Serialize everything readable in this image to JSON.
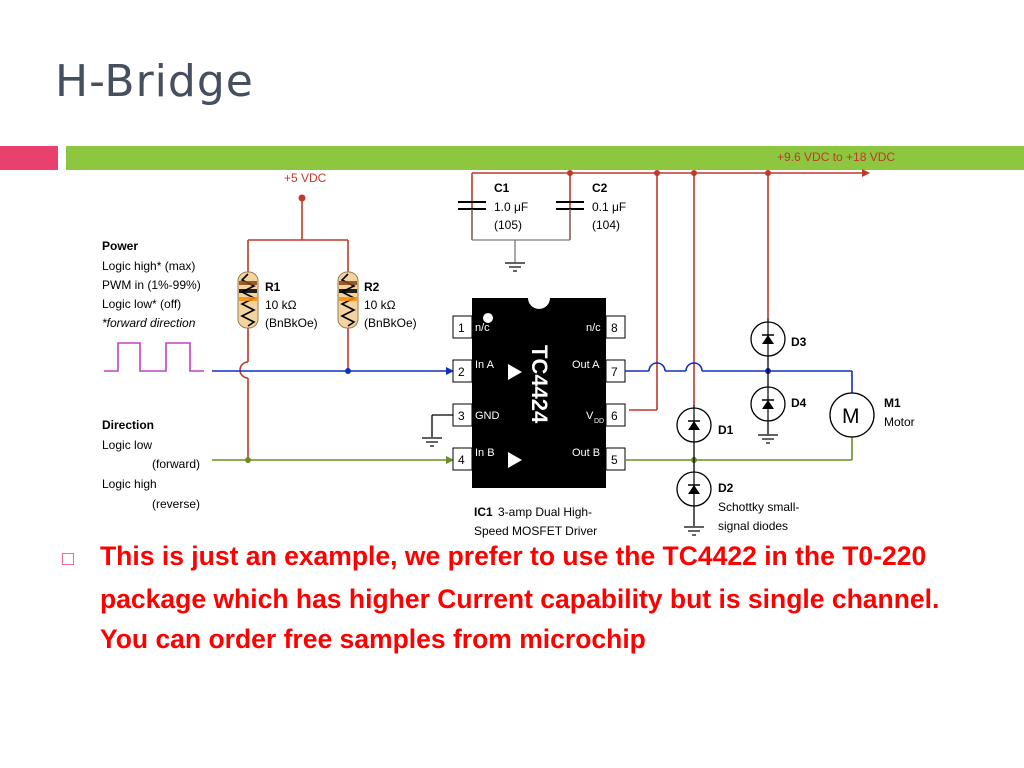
{
  "slide": {
    "title": "H-Bridge",
    "accent_colors": {
      "bar_left": "#e8416e",
      "bar_right": "#8dc63f",
      "note_text": "#ff0000"
    }
  },
  "schematic": {
    "supply_high": "+9.6 VDC to +18 VDC",
    "supply_low": "+5 VDC",
    "power_heading": "Power",
    "power_lines": [
      "Logic high* (max)",
      "PWM in (1%-99%)",
      "Logic low* (off)",
      "*forward direction"
    ],
    "direction_heading": "Direction",
    "direction_lines": [
      "Logic low",
      "(forward)",
      "Logic high",
      "(reverse)"
    ],
    "r1": {
      "name": "R1",
      "value": "10 kΩ",
      "code": "(BnBkOe)"
    },
    "r2": {
      "name": "R2",
      "value": "10 kΩ",
      "code": "(BnBkOe)"
    },
    "c1": {
      "name": "C1",
      "value": "1.0 μF",
      "code": "(105)"
    },
    "c2": {
      "name": "C2",
      "value": "0.1 μF",
      "code": "(104)"
    },
    "ic": {
      "part": "TC4424",
      "ref": "IC1",
      "desc_line1": "3-amp Dual High-",
      "desc_line2": "Speed MOSFET Driver",
      "pins_left": [
        {
          "num": "1",
          "label": "n/c"
        },
        {
          "num": "2",
          "label": "In A"
        },
        {
          "num": "3",
          "label": "GND"
        },
        {
          "num": "4",
          "label": "In B"
        }
      ],
      "pins_right": [
        {
          "num": "8",
          "label": "n/c"
        },
        {
          "num": "7",
          "label": "Out A"
        },
        {
          "num": "6",
          "label": "V"
        },
        {
          "num": "5",
          "label": "Out B"
        }
      ],
      "vdd_sub": "DD"
    },
    "d1": "D1",
    "d2": "D2",
    "d3": "D3",
    "d4": "D4",
    "diode_note_line1": "Schottky small-",
    "diode_note_line2": "signal diodes",
    "motor": {
      "ref": "M1",
      "name": "Motor",
      "symbol": "M"
    }
  },
  "note": {
    "bullet": "□",
    "text": "This is just an example, we prefer to use the TC4422 in the T0-220 package which has higher Current capability but is single channel. You can order free samples from microchip"
  }
}
